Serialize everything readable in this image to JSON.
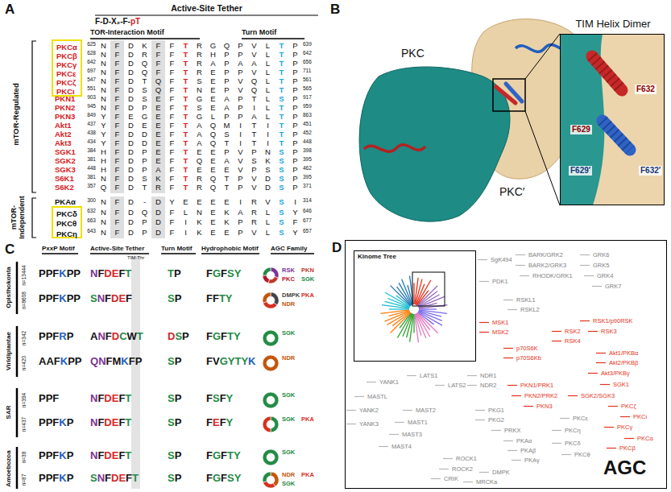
{
  "diagram": {
    "nodes": [
      {
        "text": [
          "PKCα",
          "PKCβ",
          "PKCγ",
          "PKCε",
          "PKCζ",
          "PKCι"
        ]
      },
      {
        "text": [
          "PKCδ",
          "PKCθ",
          "PKCη"
        ]
      },
      {
        "text": [
          "TIM Helix Dimer",
          "F629",
          "F632",
          "F629′",
          "F632′"
        ]
      },
      {
        "text": [
          "SgK494",
          "BARK/GRK2",
          "BARK2/GRK3",
          "RHODK/GRK1",
          "GRK6",
          "GRK5",
          "GRK4",
          "GRK7",
          "PDK1",
          "RSKL1",
          "RSKL2",
          "MSK1",
          "MSK2",
          "RSK1/p90RSK",
          "RSK2",
          "RSK3",
          "RSK4",
          "p70S6K",
          "p70S6Kb",
          "Akt1/PKBα",
          "Akt2/PKBβ",
          "Akt3/PKBγ",
          "SGK1",
          "SGK2/SGK3",
          "PKN1/PRK1",
          "PKN2/PRK2",
          "PKN3",
          "PKCζ",
          "PKCι",
          "PKCγ",
          "PKCα",
          "PKCβ",
          "PKCε",
          "PKCη",
          "PKCδ",
          "PKCθ",
          "YANK1",
          "MASTL",
          "LATS1",
          "LATS2",
          "NDR1",
          "NDR2",
          "MAST2",
          "MAST1",
          "MAST3",
          "MAST4",
          "YANK2",
          "YANK3",
          "PKG1",
          "PKG2",
          "PRKX",
          "PKAα",
          "PKAβ",
          "PKAγ",
          "ROCK1",
          "ROCK2",
          "CRIK",
          "DMPK",
          "MRCKa",
          "AGC"
        ]
      },
      {
        "text": [
          "Kinome Tree"
        ],
        "in": 3
      }
    ],
    "labels": [
      "A",
      "Active-Site Tether",
      "F-D-X₂-F-pT",
      "TOR-Interaction Motif",
      "Turn Motif",
      "mTOR-Regulated",
      "mTOR-Independent",
      "625",
      "NFDKFFTRGQPVLTP",
      "639",
      "628",
      "NFDRFFTRHPPVLTP",
      "642",
      "642",
      "NFDQFFTRAPAALTP",
      "656",
      "697",
      "NFDQFFTREPPVLTP",
      "711",
      "547",
      "NFDTQFTSEPVQLTP",
      "561",
      "551",
      "NFDSQFTNEPVQLTP",
      "565",
      "PKN1",
      "903",
      "NFDSEFTGEAPTLSP",
      "917",
      "PKN2",
      "945",
      "NFDPEFTSEAPILTP",
      "959",
      "PKN3",
      "849",
      "YFEGEFTGLPPALTP",
      "863",
      "Akt1",
      "437",
      "YFDEEFTAQMITITP",
      "451",
      "Akt2",
      "438",
      "YFDDEFTAQSITITP",
      "452",
      "Akt3",
      "434",
      "YFDDEFTAQTITITP",
      "448",
      "SGK1",
      "384",
      "HFDPEFTEEPVPNSP",
      "398",
      "SGK2",
      "381",
      "HFDPEFTQEAVSKSP",
      "395",
      "SGK3",
      "448",
      "HFDPAFTEEEVPSSP",
      "462",
      "S6K1",
      "381",
      "NFDSKFTRQTPVDSP",
      "395",
      "S6K2",
      "357",
      "QFDTRFTRQTPVDSP",
      "371",
      "PKAα",
      "300",
      "NFD-DYEEEEIRVSI",
      "314",
      "632",
      "NFDQDFLNEKARLSY",
      "646",
      "663",
      "NFDPDFIKEKPRLSF",
      "677",
      "643",
      "NFDPDFIKEEPVLSY",
      "657",
      "B",
      "PKC",
      "PKC′",
      "C",
      "PxxP Motif",
      "Active-Site Tether",
      "Turn Motif",
      "Hydrophobic Motif",
      "AGC Family",
      "TIM-Thr",
      "Opisthokonta",
      "n=13444",
      "PPFKPP",
      "NFDEFT",
      "TP",
      "FGFSY",
      "RSK",
      "PKN",
      "PKC",
      "SGK",
      "n=8608",
      "PPFKPP",
      "SNFDEF",
      "SP",
      "FFTY",
      "DMPK",
      "PKA",
      "NDR",
      "Viridiplantae",
      "n=342",
      "PPFRP",
      "ANFDCWT",
      "DSP",
      "FGFTY",
      "SGK",
      "n=420",
      "AAFKPP",
      "QNFMKFP",
      "SP",
      "FVGYTYK",
      "NDR",
      "SAR",
      "n=394",
      "PPF",
      "NFDEFT",
      "SP",
      "FSFY",
      "SGK",
      "n=437",
      "PPFKP",
      "NFDEFT",
      "SP",
      "FEFY",
      "SGK",
      "PKA",
      "Amoebozoa",
      "n=38",
      "PPFKP",
      "NFDEFT",
      "SP",
      "FGFTY",
      "SGK",
      "n=87",
      "PPFKP",
      "SNFDEFT",
      "SP",
      "FGFSY",
      "NDR",
      "PKA",
      "SGK",
      "D"
    ]
  }
}
